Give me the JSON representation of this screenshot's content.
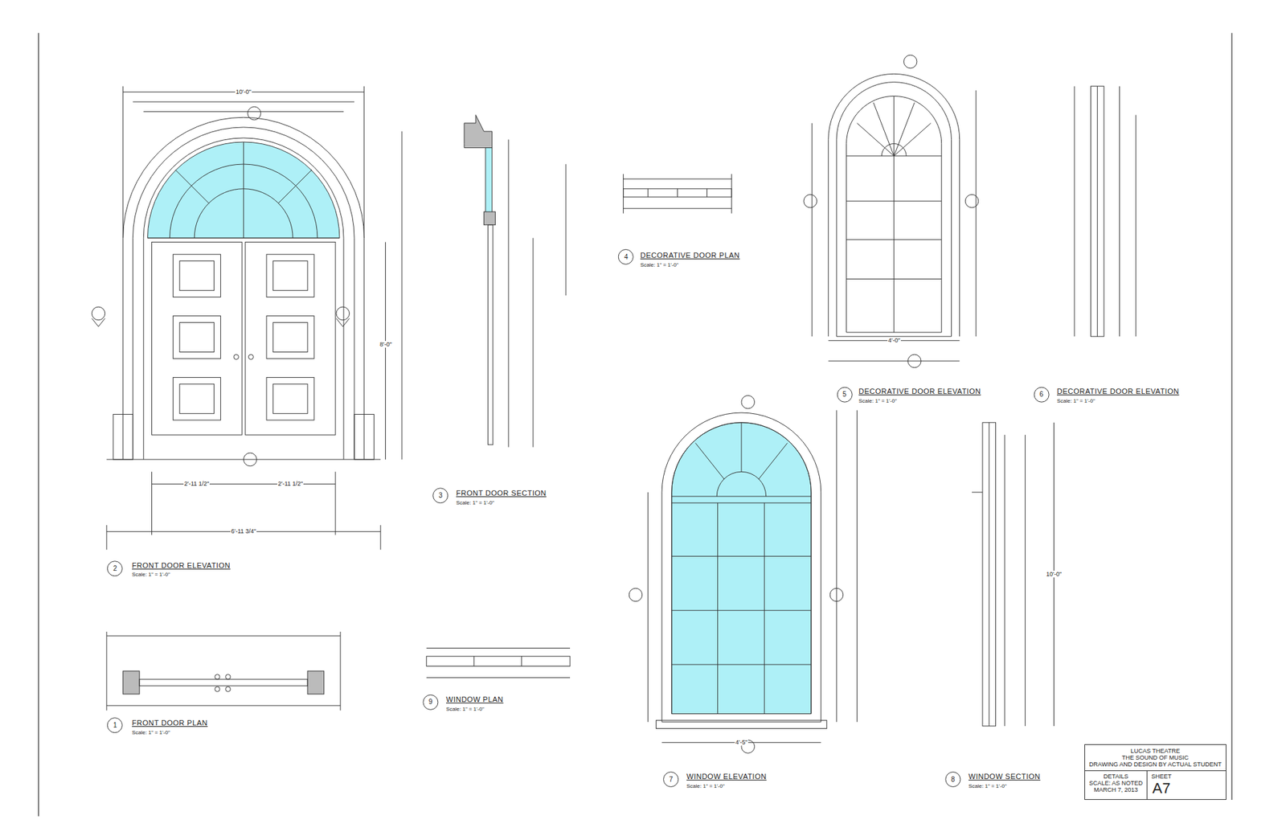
{
  "diagram": {
    "nodes": [
      {
        "text": [
          "LUCAS THEATRE",
          "THE SOUND OF MUSIC",
          "DRAWING AND DESIGN BY ACTUAL STUDENT",
          "DETAILS",
          "SCALE: AS NOTED",
          "MARCH 7, 2013",
          "SHEET",
          "A7"
        ]
      }
    ],
    "labels": [
      "FRONT DOOR ELEVATION",
      "Scale: 1\" = 1'-0\"",
      "FRONT DOOR SECTION",
      "Scale: 1\" = 1'-0\"",
      "DECORATIVE DOOR PLAN",
      "Scale: 1\" = 1'-0\"",
      "DECORATIVE DOOR ELEVATION",
      "Scale: 1\" = 1'-0\"",
      "DECORATIVE DOOR ELEVATION",
      "Scale: 1\" = 1'-0\"",
      "WINDOW ELEVATION",
      "Scale: 1\" = 1'-0\"",
      "WINDOW SECTION",
      "Scale: 1\" = 1'-0\"",
      "WINDOW PLAN",
      "Scale: 1\" = 1'-0\"",
      "FRONT DOOR PLAN",
      "Scale: 1\" = 1'-0\"",
      "2",
      "3",
      "4",
      "5",
      "6",
      "7",
      "8",
      "9",
      "1",
      "10'-0\"",
      "2'-11 1/2\"",
      "2'-11 1/2\"",
      "6'-11 3/4\"",
      "4'-0\"",
      "4'-5\"",
      "8'-0\"",
      "10'-0\""
    ]
  }
}
